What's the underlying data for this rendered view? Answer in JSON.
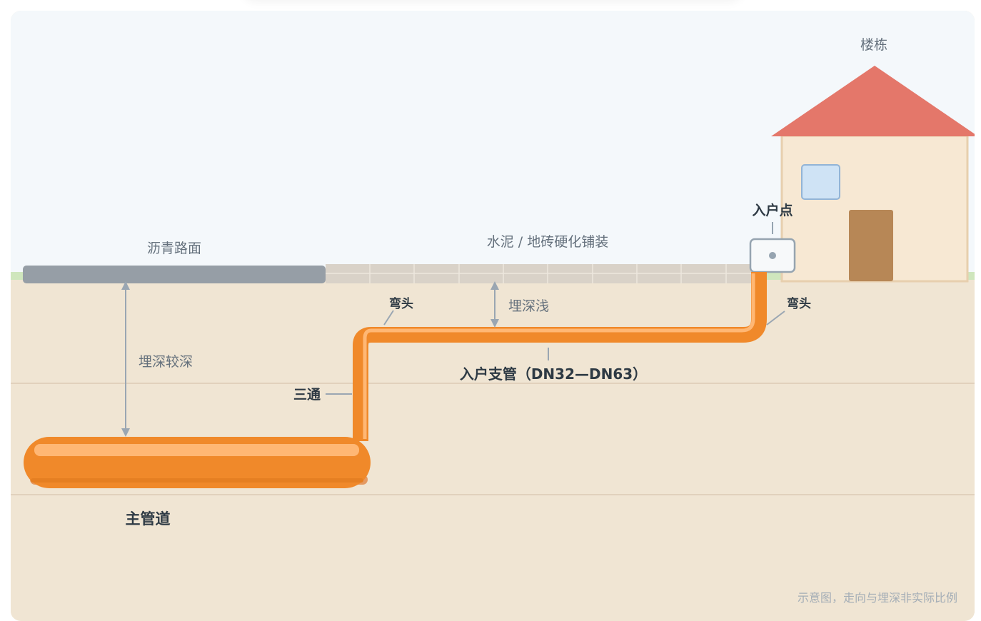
{
  "diagram": {
    "labels": {
      "building": "楼栋",
      "entry_point": "入户点",
      "asphalt": "沥青路面",
      "paving": "水泥 / 地砖硬化铺装",
      "elbow_left": "弯头",
      "elbow_right": "弯头",
      "depth_shallow": "埋深浅",
      "depth_deep": "埋深较深",
      "tee": "三通",
      "branch_pipe": "入户支管（DN32—DN63）",
      "main_pipe": "主管道",
      "note": "示意图，走向与埋深非实际比例"
    },
    "colors": {
      "sky": "#f4f8fb",
      "soil": "#f0e5d3",
      "asphalt": "#969ea6",
      "paving": "#d9d2c8",
      "pipe": "#f0892a",
      "pipe_highlight": "#ffb774",
      "roof": "#e4776a",
      "wall": "#f7e8d3",
      "door": "#b78756",
      "window": "#cfe3f5",
      "grass": "#cfe6bd"
    }
  }
}
